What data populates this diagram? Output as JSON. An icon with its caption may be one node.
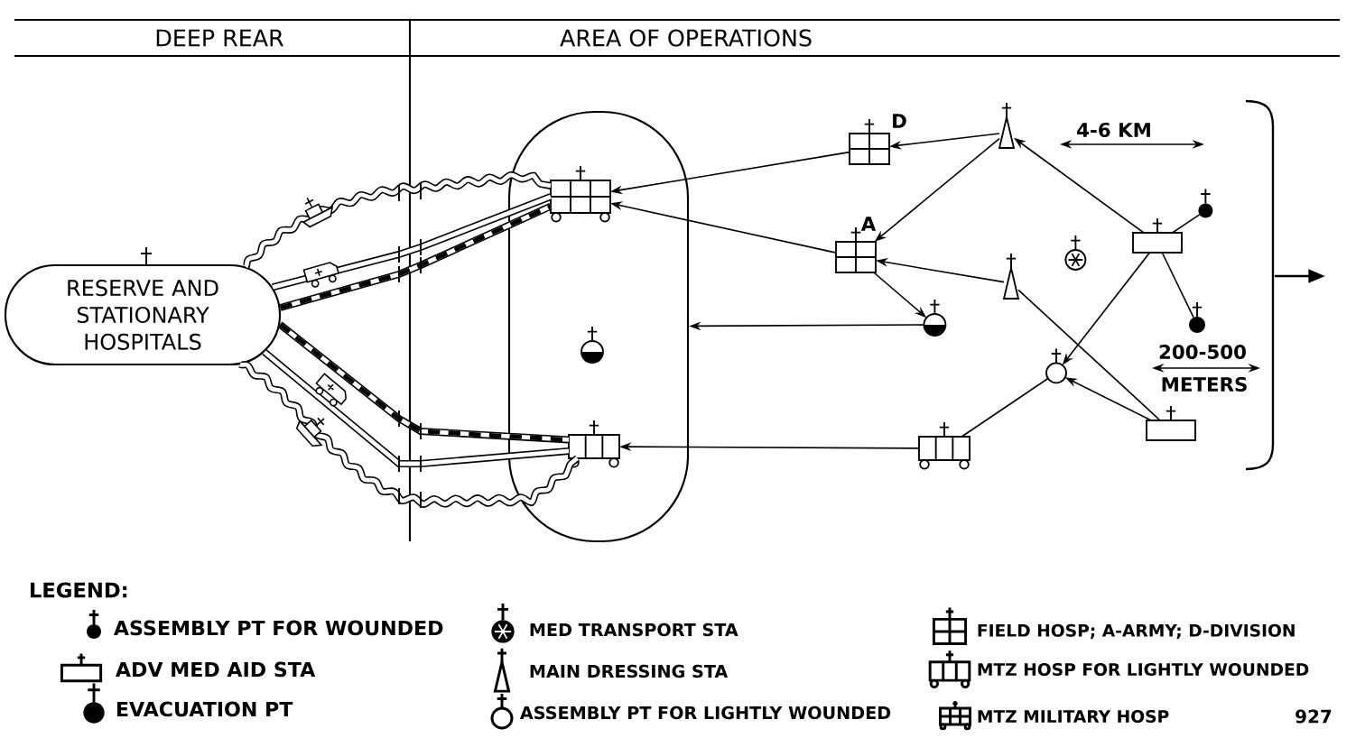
{
  "diagram": {
    "nodes": [
      {
        "text": [
          "RESERVE AND STATIONARY HOSPITALS"
        ]
      },
      {
        "text": [],
        "shape": "oval"
      },
      {
        "text": [],
        "shape": "picture",
        "in": 1
      },
      {
        "text": [],
        "shape": "picture",
        "in": 1
      },
      {
        "text": [],
        "shape": "picture",
        "in": 1
      },
      {
        "text": [],
        "shape": "picture",
        "beside": [
          "A"
        ]
      },
      {
        "text": [],
        "shape": "picture",
        "beside": [
          "D"
        ]
      },
      {
        "text": [],
        "shape": "picture"
      },
      {
        "text": [],
        "shape": "picture"
      },
      {
        "text": [],
        "shape": "picture"
      },
      {
        "text": [],
        "shape": "picture"
      },
      {
        "text": [],
        "shape": "circle"
      },
      {
        "text": [],
        "shape": "picture"
      },
      {
        "text": [],
        "shape": "box"
      },
      {
        "text": [],
        "shape": "box"
      },
      {
        "text": [],
        "shape": "circle"
      },
      {
        "text": [],
        "shape": "circle"
      }
    ],
    "edges": [
      {
        "from": 0,
        "to": 2,
        "arrow": "none",
        "style": "thick"
      },
      {
        "from": 0,
        "to": 2,
        "arrow": "none",
        "style": "thick"
      },
      {
        "from": 0,
        "to": 2,
        "arrow": "none",
        "style": "thick"
      },
      {
        "from": 0,
        "to": 4,
        "arrow": "none",
        "style": "thick"
      },
      {
        "from": 0,
        "to": 4,
        "arrow": "none",
        "style": "thick"
      },
      {
        "from": 0,
        "to": 4,
        "arrow": "none",
        "style": "thick"
      },
      {
        "from": 6,
        "to": 2,
        "arrow": "to"
      },
      {
        "from": 5,
        "to": 2,
        "arrow": "to"
      },
      {
        "from": 7,
        "to": 1,
        "arrow": "to"
      },
      {
        "from": 8,
        "to": 4,
        "arrow": "to"
      },
      {
        "from": 9,
        "to": 6,
        "arrow": "to"
      },
      {
        "from": 9,
        "to": 5,
        "arrow": "to"
      },
      {
        "from": 10,
        "to": 5,
        "arrow": "to"
      },
      {
        "from": 5,
        "to": 7,
        "arrow": "to"
      },
      {
        "from": 13,
        "to": 9,
        "arrow": "to"
      },
      {
        "from": 13,
        "to": 16,
        "arrow": "none"
      },
      {
        "from": 13,
        "to": 15,
        "arrow": "none"
      },
      {
        "from": 13,
        "to": 11,
        "arrow": "to"
      },
      {
        "from": 14,
        "to": 10,
        "arrow": "none"
      },
      {
        "from": 14,
        "to": 11,
        "arrow": "to"
      },
      {
        "from": 11,
        "to": 8,
        "arrow": "none"
      }
    ],
    "labels": [
      "DEEP REAR",
      "AREA OF OPERATIONS",
      "4-6 KM",
      "200-500",
      "METERS",
      "LEGEND:",
      "927"
    ],
    "legend": [
      {
        "text": "ASSEMBLY PT FOR WOUNDED"
      },
      {
        "text": "ADV MED AID STA"
      },
      {
        "text": "EVACUATION PT"
      },
      {
        "text": "MED TRANSPORT STA"
      },
      {
        "text": "MAIN DRESSING STA"
      },
      {
        "text": "ASSEMBLY PT FOR LIGHTLY WOUNDED"
      },
      {
        "text": "FIELD HOSP; A-ARMY; D-DIVISION"
      },
      {
        "text": "MTZ HOSP FOR LIGHTLY WOUNDED"
      },
      {
        "text": "MTZ MILITARY HOSP"
      }
    ]
  }
}
